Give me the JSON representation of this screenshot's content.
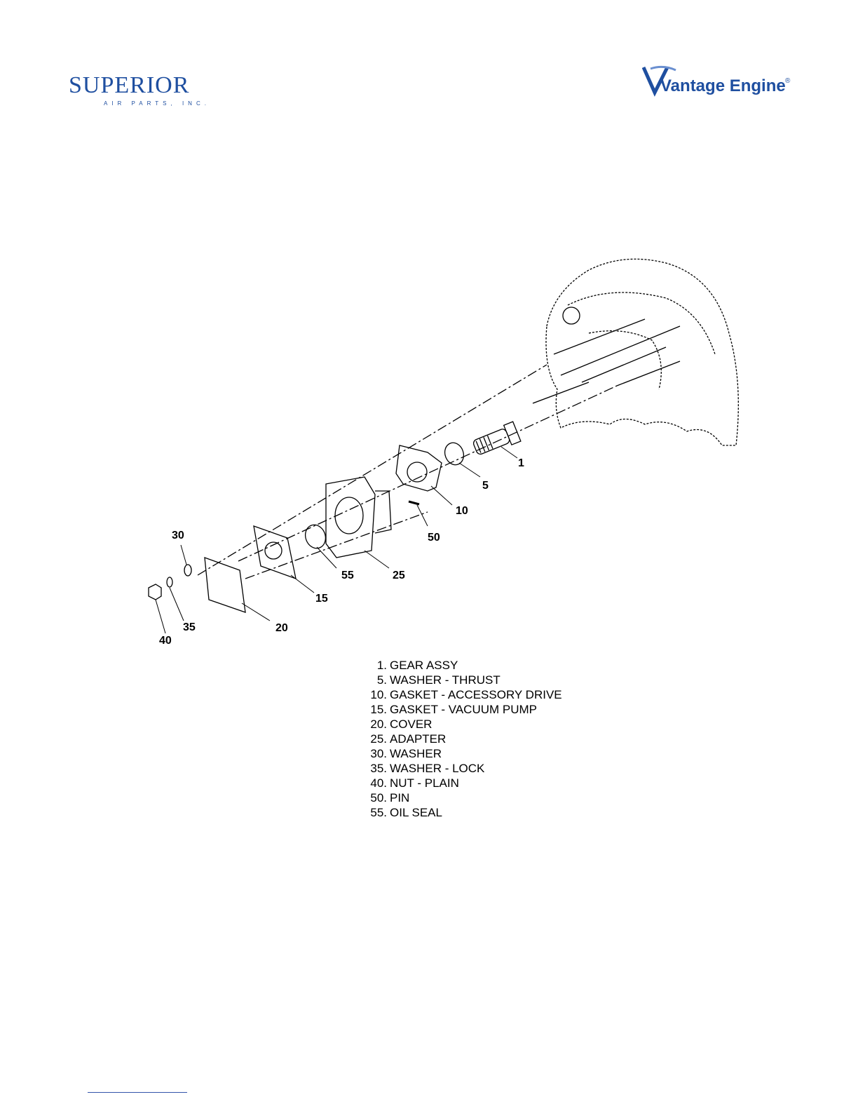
{
  "logos": {
    "left": {
      "name": "SUPERIOR",
      "sub": "AIR PARTS, INC."
    },
    "right": {
      "name": "Vantage Engine",
      "mark": "®"
    }
  },
  "colors": {
    "brand_blue": "#1f4fa0",
    "ink": "#000000"
  },
  "diagram": {
    "callouts": [
      "1",
      "5",
      "10",
      "50",
      "25",
      "55",
      "15",
      "20",
      "30",
      "35",
      "40"
    ]
  },
  "legend": [
    {
      "num": "1.",
      "label": "GEAR ASSY"
    },
    {
      "num": "5.",
      "label": "WASHER - THRUST"
    },
    {
      "num": "10.",
      "label": "GASKET - ACCESSORY DRIVE"
    },
    {
      "num": "15.",
      "label": "GASKET - VACUUM PUMP"
    },
    {
      "num": "20.",
      "label": "COVER"
    },
    {
      "num": "25.",
      "label": "ADAPTER"
    },
    {
      "num": "30.",
      "label": "WASHER"
    },
    {
      "num": "35.",
      "label": "WASHER - LOCK"
    },
    {
      "num": "40.",
      "label": "NUT - PLAIN"
    },
    {
      "num": "50.",
      "label": "PIN"
    },
    {
      "num": "55.",
      "label": "OIL SEAL"
    }
  ]
}
